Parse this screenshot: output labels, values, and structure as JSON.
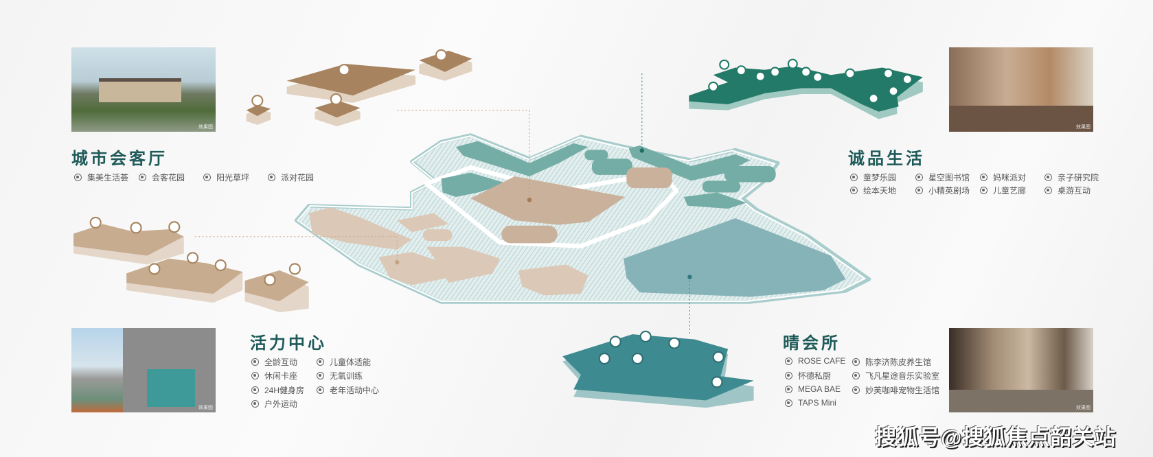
{
  "photo_caption": "效果图",
  "sections": {
    "city_lounge": {
      "title": "城市会客厅",
      "items": [
        {
          "icon": "tea-icon",
          "label": "集美生活荟"
        },
        {
          "icon": "compass-icon",
          "label": "会客花园"
        },
        {
          "icon": "sun-icon",
          "label": "阳光草坪"
        },
        {
          "icon": "tent-icon",
          "label": "派对花园"
        }
      ]
    },
    "eslite_life": {
      "title": "诚品生活",
      "items": [
        {
          "icon": "smile-icon",
          "label": "童梦乐园"
        },
        {
          "icon": "book-icon",
          "label": "星空图书馆"
        },
        {
          "icon": "party-icon",
          "label": "妈咪派对"
        },
        {
          "icon": "family-icon",
          "label": "亲子研究院"
        },
        {
          "icon": "picture-book-icon",
          "label": "绘本天地"
        },
        {
          "icon": "star-icon",
          "label": "小精英剧场"
        },
        {
          "icon": "palette-icon",
          "label": "儿童艺廊"
        },
        {
          "icon": "game-icon",
          "label": "桌游互动"
        }
      ]
    },
    "vitality_center": {
      "title": "活力中心",
      "items": [
        {
          "icon": "interaction-icon",
          "label": "全龄互动"
        },
        {
          "icon": "kids-fitness-icon",
          "label": "儿童体适能"
        },
        {
          "icon": "seat-icon",
          "label": "休闲卡座"
        },
        {
          "icon": "dumbbell-icon",
          "label": "无氧训练"
        },
        {
          "icon": "gym-icon",
          "label": "24H健身房"
        },
        {
          "icon": "elderly-icon",
          "label": "老年活动中心"
        },
        {
          "icon": "outdoor-icon",
          "label": "户外运动"
        }
      ]
    },
    "clubhouse": {
      "title": "晴会所",
      "items": [
        {
          "icon": "cafe-icon",
          "label": "ROSE CAFE"
        },
        {
          "icon": "wellness-icon",
          "label": "陈李济陈皮养生馆"
        },
        {
          "icon": "kitchen-icon",
          "label": "怀德私厨"
        },
        {
          "icon": "music-icon",
          "label": "飞凡星途音乐实验室"
        },
        {
          "icon": "mega-icon",
          "label": "MEGA BAE"
        },
        {
          "icon": "pet-icon",
          "label": "妙芙咖啡宠物生活馆"
        },
        {
          "icon": "taps-icon",
          "label": "TAPS Mini"
        }
      ]
    }
  },
  "watermark": "搜狐号@搜狐焦点韶关站",
  "colors": {
    "teal_dark": "#1d5a58",
    "teal": "#74ada6",
    "tan": "#c9b19b",
    "tan_light": "#dcc8b6",
    "blue": "#86b3b8"
  }
}
